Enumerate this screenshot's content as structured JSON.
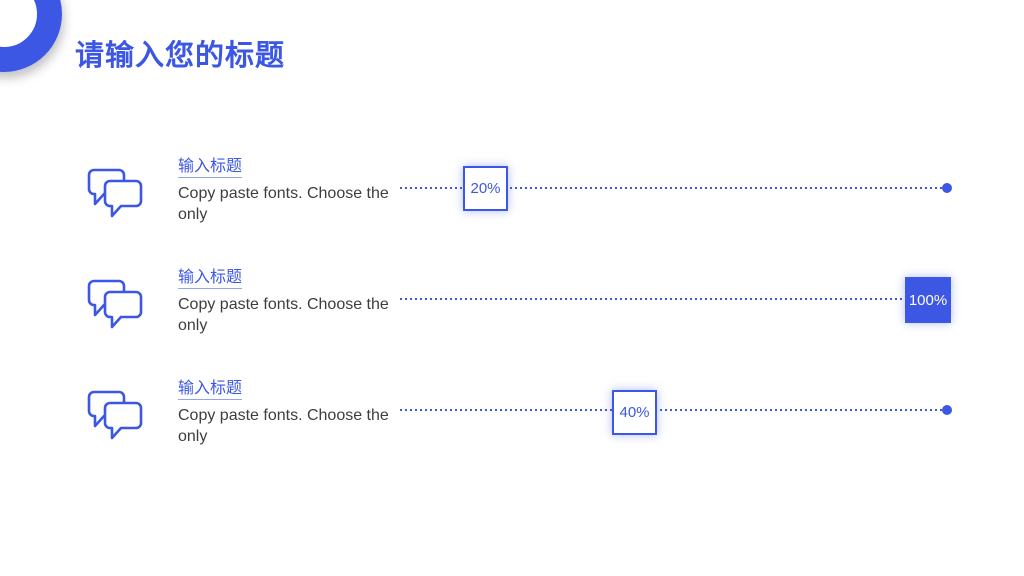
{
  "title": "请输入您的标题",
  "colors": {
    "accent": "#3c57e4",
    "body_text": "#3e3e3e",
    "background": "#ffffff",
    "filled_badge_text": "#ffffff"
  },
  "rows": [
    {
      "heading": "输入标题",
      "body": "Copy paste fonts. Choose the only",
      "percent_label": "20%",
      "percent_value": 20,
      "badge_style": "outline",
      "icon": "chat-bubbles-icon"
    },
    {
      "heading": "输入标题",
      "body": "Copy paste fonts. Choose the only",
      "percent_label": "100%",
      "percent_value": 100,
      "badge_style": "filled",
      "icon": "chat-bubbles-icon"
    },
    {
      "heading": "输入标题",
      "body": "Copy paste fonts. Choose the only",
      "percent_label": "40%",
      "percent_value": 40,
      "badge_style": "outline",
      "icon": "chat-bubbles-icon"
    }
  ]
}
